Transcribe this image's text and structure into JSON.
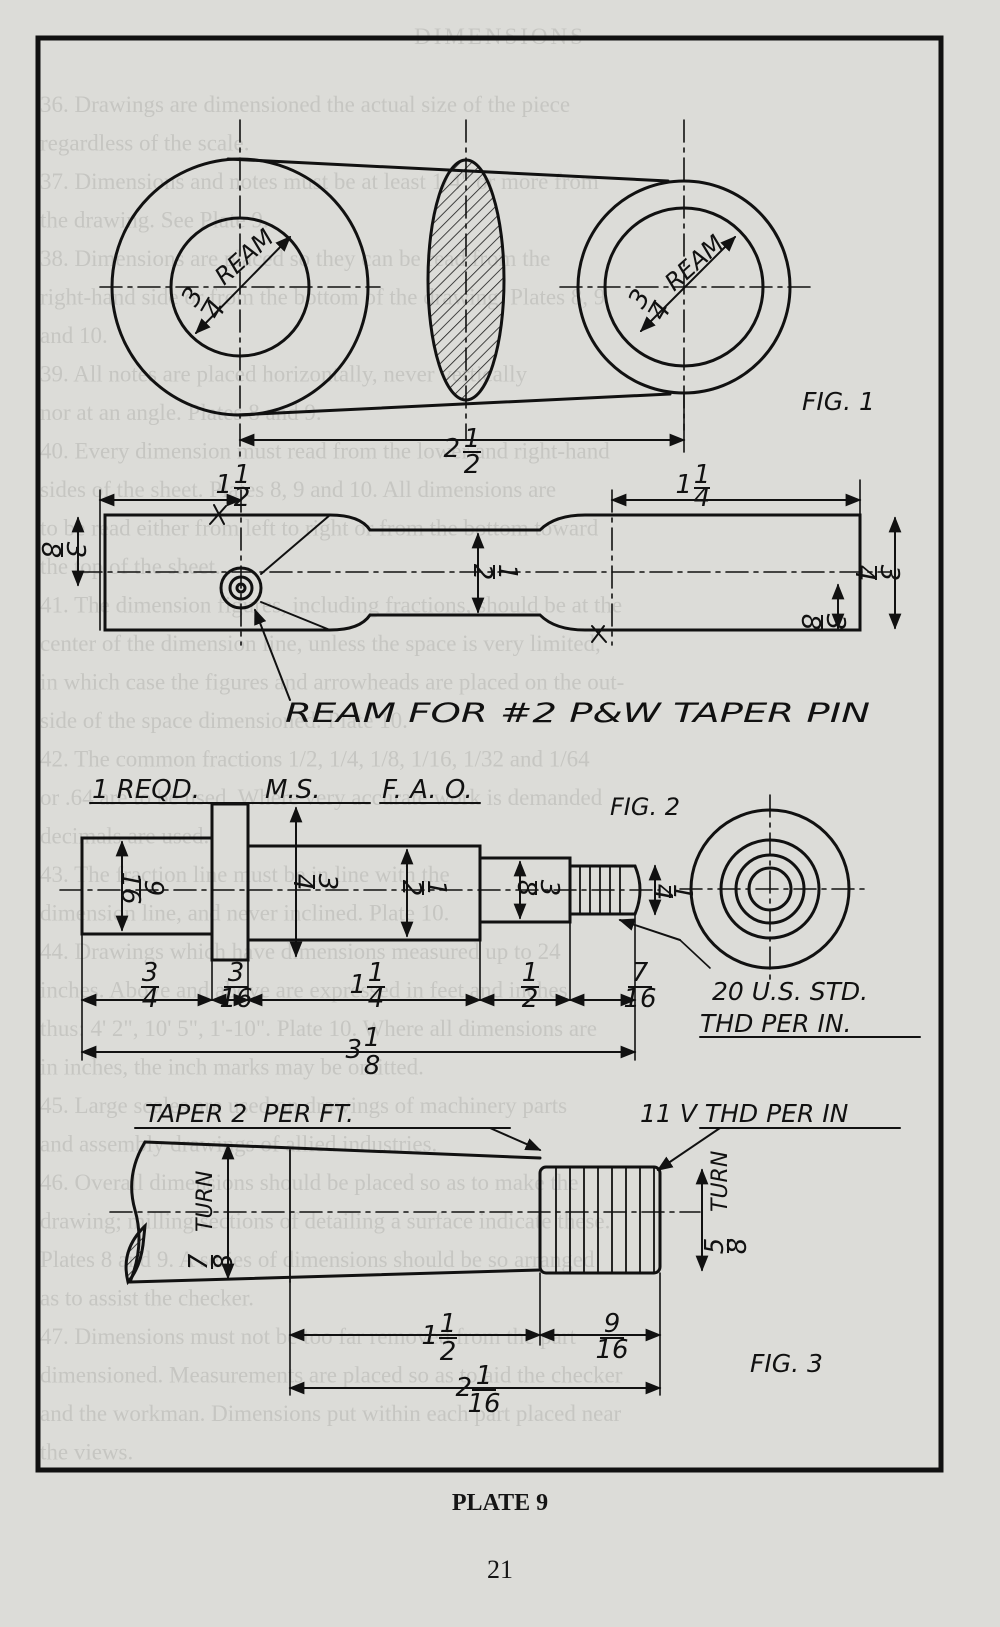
{
  "page": {
    "running_head": "DIMENSIONS",
    "plate_caption": "PLATE 9",
    "page_number": "21"
  },
  "background_text": [
    "36. Drawings are dimensioned the actual size of the piece",
    "regardless of the scale.",
    "37. Dimensions and notes must be at least 1/4\" or more from",
    "the drawing. See Plate 9.",
    "38. Dimensions are placed so they can be read from the",
    "right-hand side or from the bottom of the drawing. Plates 8, 9",
    "and 10.",
    "39. All notes are placed horizontally, never vertically",
    "nor at an angle. Plates 8 and 9.",
    "40. Every dimension must read from the lower and right-hand",
    "sides of the sheet. Plates 8, 9 and 10. All dimensions are",
    "to be read either from left to right or from the bottom toward",
    "the top of the sheet.",
    "41. The dimension figures, including fractions, should be at the",
    "center of the dimension line, unless the space is very limited,",
    "in which case the figures and arrowheads are placed on the out-",
    "side of the space dimensioned. Plate 10.",
    "42. The common fractions 1/2, 1/4, 1/8, 1/16, 1/32 and 1/64",
    "or .64 are to be used. Where very accurate work is demanded",
    "decimals are used.",
    "43. The fraction line must be in line with the",
    "dimension line, and never inclined. Plate 10.",
    "44. Drawings which have dimensions measured up to 24",
    "inches. Above and above are expressed in feet and inches",
    "thus: 4' 2\", 10' 5\", 1'-10\". Plate 10. Where all dimensions are",
    "in inches, the inch marks may be omitted.",
    "45. Large scales are used on drawings of machinery parts",
    "and assembly drawings of allied industries.",
    "46. Overall dimensions should be placed so as to make the",
    "drawing; milling sections of detailing a surface indicate these.",
    "Plates 8 and 9. A series of dimensions should be so arranged",
    "as to assist the checker.",
    "47. Dimensions must not be too far removed from the part",
    "dimensioned. Measurements are placed so as to aid the checker",
    "and the workman. Dimensions put within each part placed near",
    "the views."
  ],
  "figure1": {
    "label": "FIG. 1",
    "left_hole_note": "REAM",
    "left_hole_size": {
      "num": "3",
      "den": "4"
    },
    "right_hole_note": "REAM",
    "right_hole_size": {
      "num": "3",
      "den": "4"
    },
    "top_overall": {
      "whole": "2",
      "num": "1",
      "den": "2"
    },
    "left_length": {
      "whole": "1",
      "num": "1",
      "den": "2"
    },
    "right_length": {
      "whole": "1",
      "num": "1",
      "den": "4"
    },
    "left_height": {
      "num": "3",
      "den": "8"
    },
    "neck_height": {
      "num": "1",
      "den": "2"
    },
    "right_height": {
      "num": "3",
      "den": "4"
    },
    "right_inner_height": {
      "num": "3",
      "den": "8"
    },
    "ream_note": "REAM FOR #2 P&W TAPER PIN"
  },
  "figure2": {
    "label": "FIG. 2",
    "note_left": "1 REQD.",
    "note_mid": "M.S.",
    "note_right": "F. A. O.",
    "d_head": {
      "num": "9",
      "den": "16"
    },
    "d_collar": {
      "num": "3",
      "den": "4"
    },
    "d_body": {
      "num": "1",
      "den": "2"
    },
    "d_step": {
      "num": "3",
      "den": "8"
    },
    "d_thread": {
      "num": "1",
      "den": "4"
    },
    "l_head": {
      "num": "3",
      "den": "4"
    },
    "l_collar": {
      "num": "3",
      "den": "16"
    },
    "l_body": {
      "whole": "1",
      "num": "1",
      "den": "4"
    },
    "l_step": {
      "num": "1",
      "den": "2"
    },
    "l_thread": {
      "num": "7",
      "den": "16"
    },
    "l_overall": {
      "whole": "3",
      "num": "1",
      "den": "8"
    },
    "thread_note_1": "20 U.S. STD.",
    "thread_note_2": "THD PER IN."
  },
  "figure3": {
    "label": "FIG. 3",
    "taper_note": "TAPER 2  PER FT.",
    "thread_note": "11 V THD PER IN",
    "turn_left": "TURN",
    "turn_right": "TURN",
    "d_left": {
      "num": "7",
      "den": "8"
    },
    "d_right": {
      "num": "5",
      "den": "8"
    },
    "l_taper": {
      "whole": "1",
      "num": "1",
      "den": "2"
    },
    "l_thread": {
      "num": "9",
      "den": "16"
    },
    "l_overall": {
      "whole": "2",
      "num": "1",
      "den": "16"
    }
  },
  "colors": {
    "paper": "#dcdcd8",
    "ink": "#1a1a1a",
    "ghost_text": "#c6c6c2"
  }
}
